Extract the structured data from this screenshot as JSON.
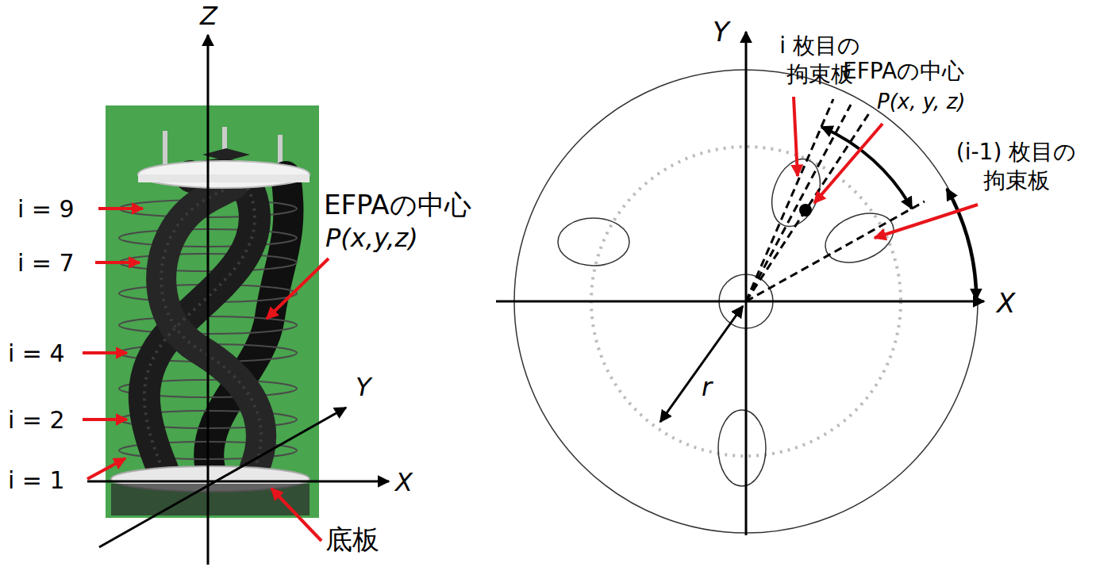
{
  "diagram": {
    "labels": [
      "Z",
      "Y",
      "X",
      "i = 9",
      "i = 7",
      "i = 4",
      "i = 2",
      "i = 1",
      "EFPAの中心",
      "P(x,y,z)",
      "底板",
      "Y",
      "i 枚目の 拘束板",
      "EFPAの中心",
      "P(x, y, z)",
      "(i-1) 枚目の 拘束板",
      "r",
      "X"
    ]
  }
}
